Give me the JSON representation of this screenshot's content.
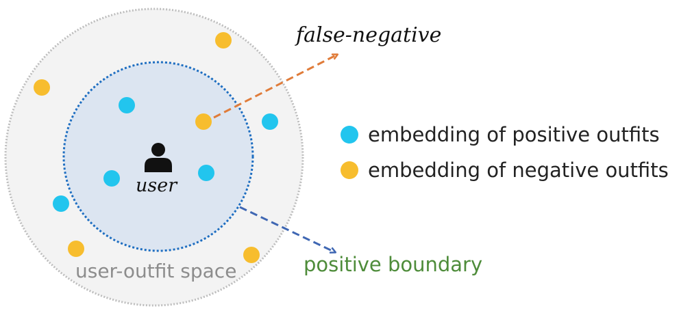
{
  "diagram": {
    "space_label": "user-outfit space",
    "user_label": "user",
    "false_negative_label": "false-negative",
    "boundary_label": "positive boundary",
    "icons": {
      "user": "person-icon"
    }
  },
  "legend": {
    "positive": "embedding of positive outfits",
    "negative": "embedding of negative outfits"
  },
  "colors": {
    "positive": "#22C5EE",
    "negative": "#F7BD2E",
    "outer_fill": "#F3F3F3",
    "outer_border": "#BDBDBD",
    "inner_fill": "#DCE5F1",
    "inner_border": "#1E6EC1",
    "false_negative_arrow": "#E07C3A",
    "boundary_arrow": "#3F67B3",
    "boundary_text": "#4E8C3A",
    "space_text": "#8C8C8C"
  }
}
